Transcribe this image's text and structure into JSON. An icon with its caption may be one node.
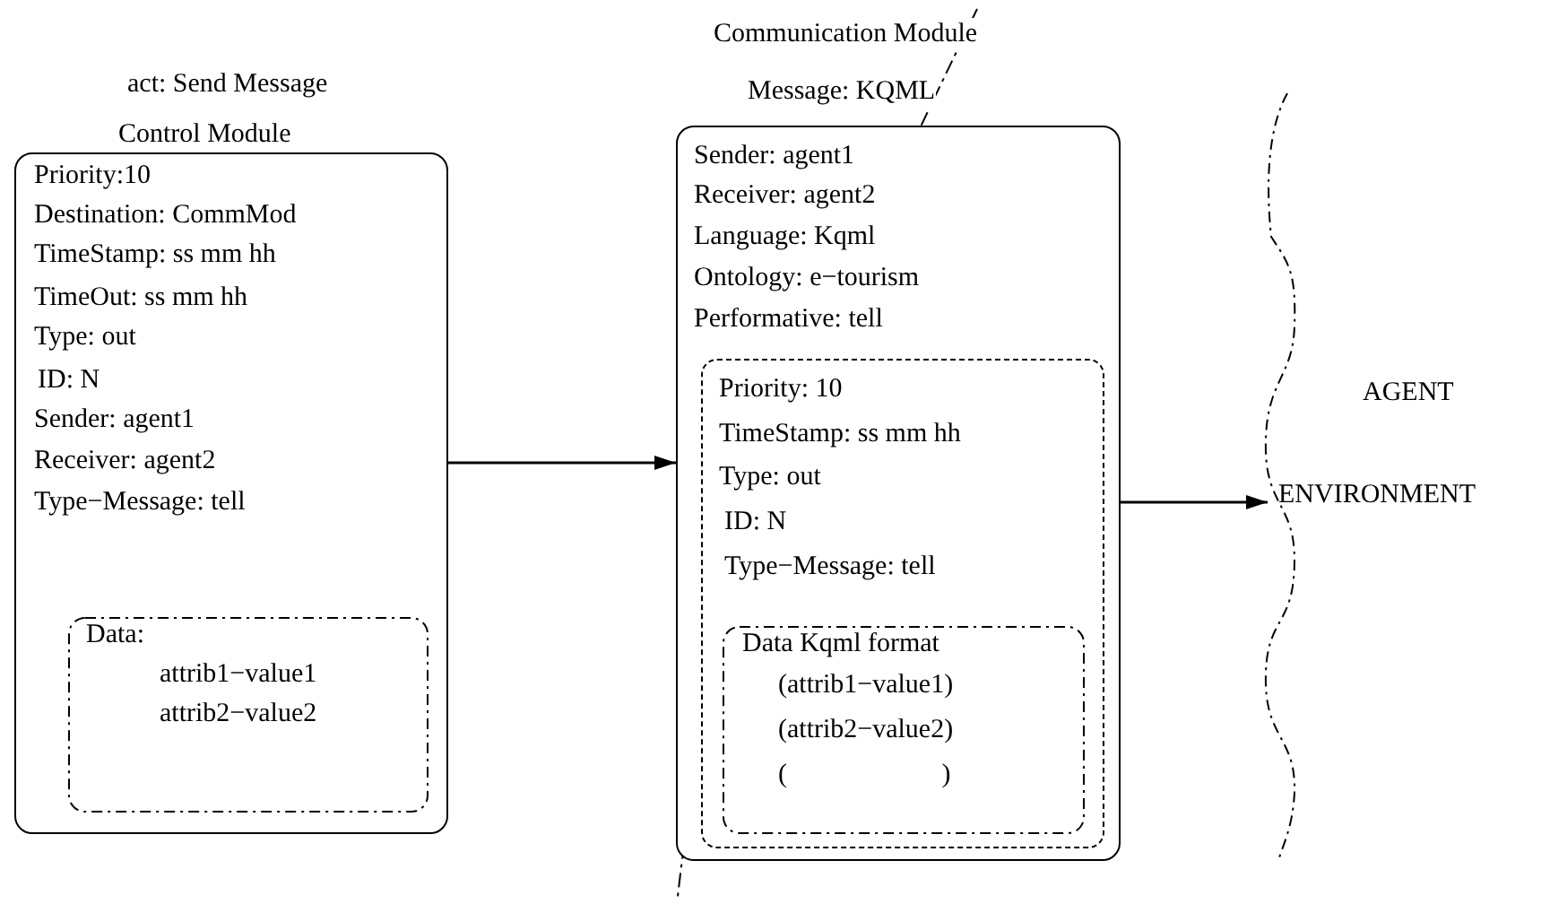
{
  "diagram": {
    "nodes": [
      {
        "text": [
          "act: Send Message",
          "Control Module",
          "Priority:10",
          "Destination: CommMod",
          "TimeStamp: ss mm hh",
          "TimeOut: ss mm hh",
          "Type: out",
          "ID: N",
          "Sender: agent1",
          "Receiver: agent2",
          "Type−Message: tell"
        ]
      },
      {
        "text": [
          "Data:",
          "attrib1−value1",
          "attrib2−value2"
        ],
        "in": 0
      },
      {
        "text": [
          "Communication Module",
          "Message: KQML",
          "Sender: agent1",
          "Receiver: agent2",
          "Language: Kqml",
          "Ontology: e−tourism",
          "Performative: tell"
        ]
      },
      {
        "text": [
          "Priority: 10",
          "TimeStamp: ss mm hh",
          "Type: out",
          "ID: N",
          "Type−Message: tell"
        ],
        "in": 2
      },
      {
        "text": [
          "Data Kqml format",
          "(attrib1−value1)",
          "(attrib2−value2)",
          "(                       )"
        ],
        "in": 3
      },
      {
        "text": [
          "AGENT",
          "ENVIRONMENT"
        ]
      }
    ],
    "edges": [
      {
        "from": 0,
        "to": 2,
        "arrow": "to"
      },
      {
        "from": 2,
        "to": 5,
        "arrow": "to"
      }
    ]
  }
}
